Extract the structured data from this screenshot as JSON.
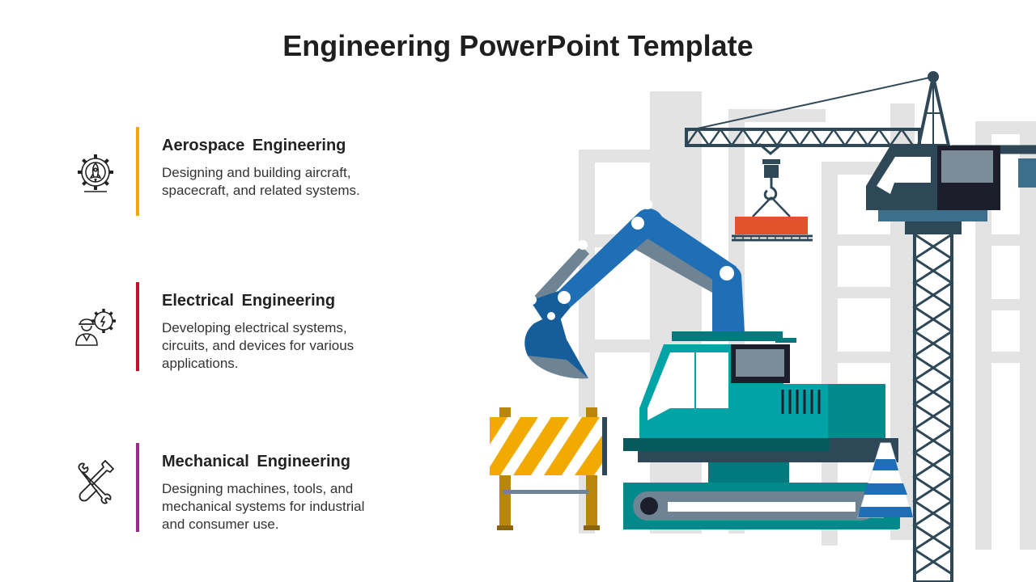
{
  "slide": {
    "title": "Engineering PowerPoint Template"
  },
  "items": [
    {
      "heading": "Aerospace  Engineering",
      "description": "Designing and building aircraft, spacecraft, and related systems.",
      "accent": "#F2A900",
      "icon": "rocket-gear-icon"
    },
    {
      "heading": "Electrical  Engineering",
      "description": "Developing electrical systems, circuits, and devices for various applications.",
      "accent": "#C8102E",
      "icon": "engineer-gear-icon"
    },
    {
      "heading": "Mechanical  Engineering",
      "description": "Designing machines, tools, and mechanical systems for industrial and consumer use.",
      "accent": "#9B2C8C",
      "icon": "wrench-screwdriver-icon"
    }
  ],
  "colors": {
    "excavator": "#1E6FB5",
    "cab": "#00A3A6",
    "barrier": "#F2A900",
    "crane": "#2F4858",
    "load": "#E2532B"
  }
}
